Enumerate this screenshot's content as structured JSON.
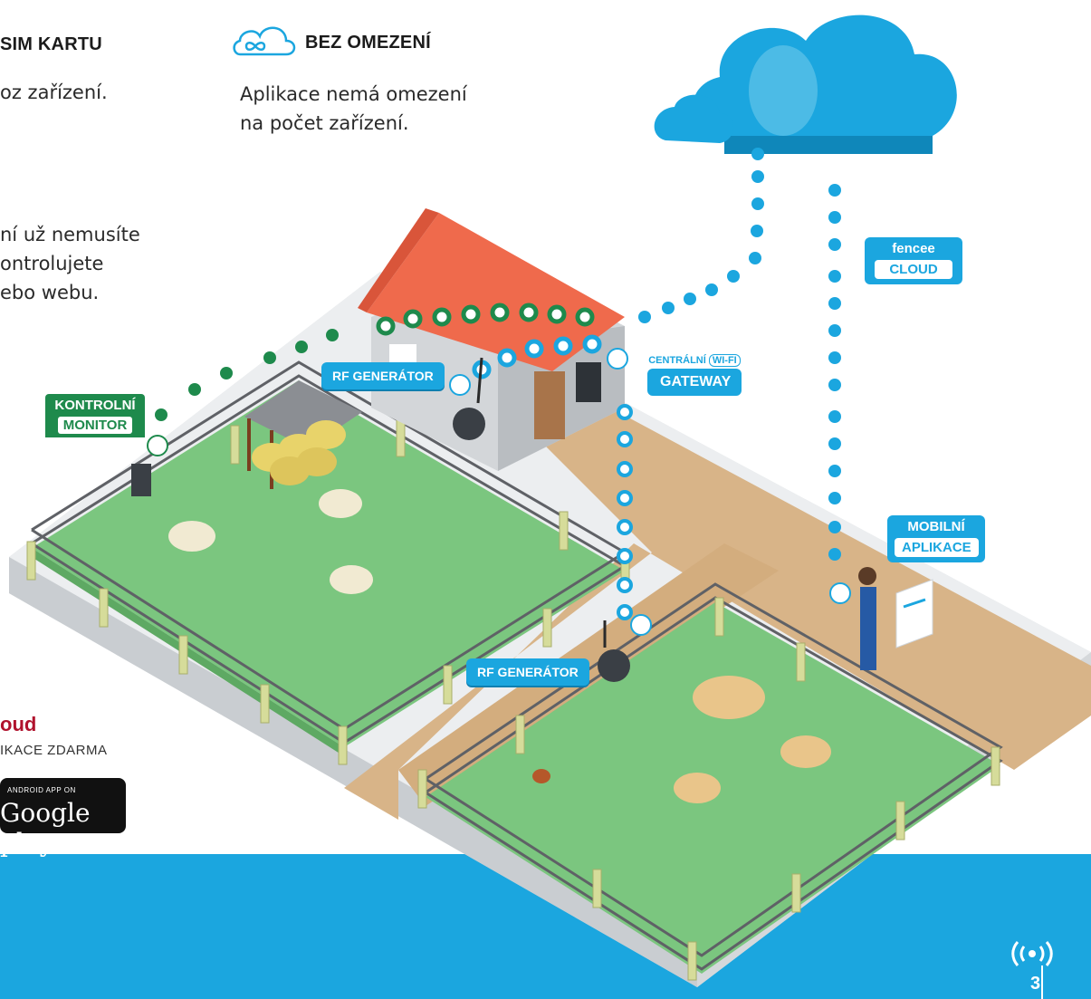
{
  "colors": {
    "accent_blue": "#1ba6df",
    "accent_green": "#1e8a4c",
    "grass": "#7bc67f",
    "roof": "#ef6a4c",
    "path": "#d8b488",
    "base": "#e6e8ea"
  },
  "left_block": {
    "heading": "SIM KARTU",
    "text1": "oz zařízení.",
    "text2": "ní už nemusíte\nontrolujete\nebo webu."
  },
  "unlimited": {
    "icon": "infinity-cloud-icon",
    "heading": "BEZ OMEZENÍ",
    "text": "Aplikace nemá omezení\nna počet zařízení."
  },
  "labels": {
    "control_monitor_1": "KONTROLNÍ",
    "control_monitor_2": "MONITOR",
    "rf_generator_house": "RF GENERÁTOR",
    "rf_generator_field": "RF GENERÁTOR",
    "gateway_top": "CENTRÁLNÍ",
    "gateway_wifi": "WI-FI",
    "gateway_bottom": "GATEWAY",
    "cloud_top": "fencee",
    "cloud_bottom": "CLOUD",
    "mobile_1": "MOBILNÍ",
    "mobile_2": "APLIKACE"
  },
  "cloud_app": {
    "name": "oud",
    "subtitle": "IKACE ZDARMA",
    "store_small": "ANDROID APP ON",
    "store_big": "Google play"
  },
  "footer": {
    "page_number": "3",
    "icon": "signal-broadcast-icon"
  }
}
